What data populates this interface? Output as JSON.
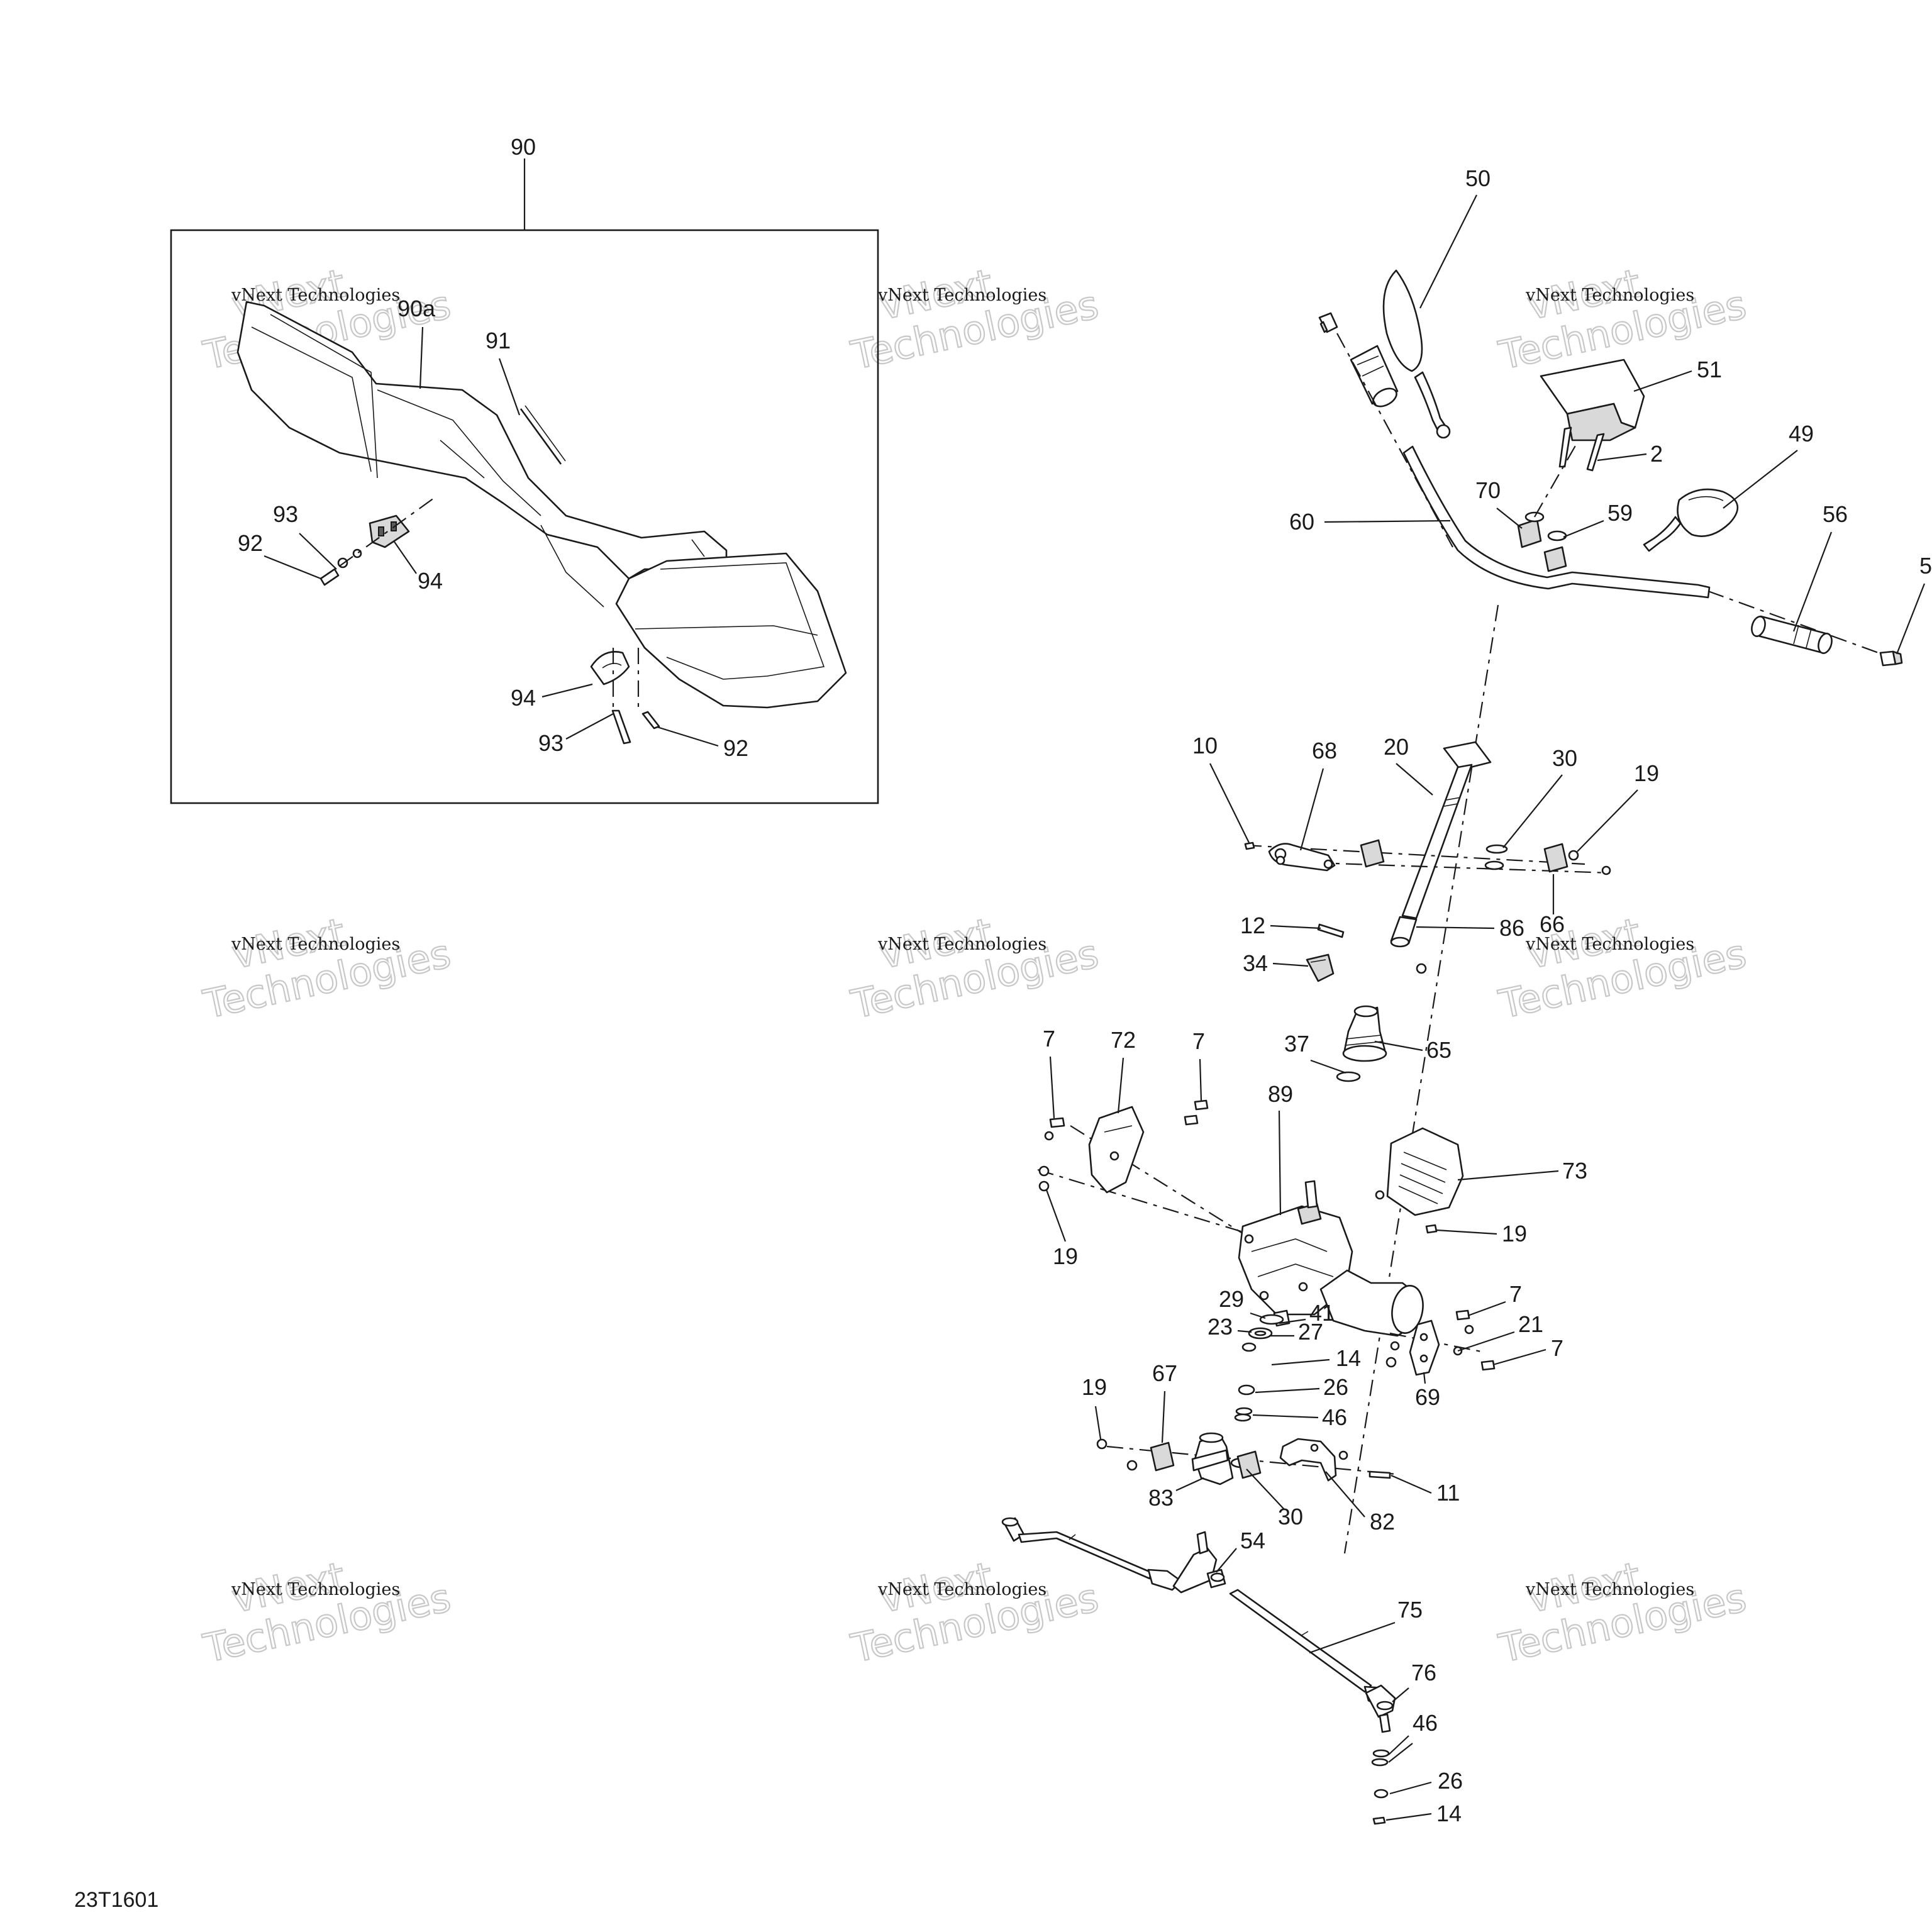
{
  "diagram_code": "23T1601",
  "watermark": {
    "line_small": "vNext Technologies",
    "line_big_a": "vNext",
    "line_big_b": "Technologies"
  },
  "callouts": {
    "c2": "2",
    "c5": "5",
    "c7": "7",
    "c10": "10",
    "c11": "11",
    "c12": "12",
    "c14": "14",
    "c19": "19",
    "c20": "20",
    "c21": "21",
    "c23": "23",
    "c26": "26",
    "c27": "27",
    "c29": "29",
    "c30": "30",
    "c34": "34",
    "c37": "37",
    "c41": "41",
    "c46": "46",
    "c49": "49",
    "c50": "50",
    "c51": "51",
    "c54": "54",
    "c56": "56",
    "c59": "59",
    "c60": "60",
    "c65": "65",
    "c66": "66",
    "c67": "67",
    "c68": "68",
    "c69": "69",
    "c70": "70",
    "c72": "72",
    "c73": "73",
    "c75": "75",
    "c76": "76",
    "c82": "82",
    "c83": "83",
    "c86": "86",
    "c89": "89",
    "c90": "90",
    "c90a": "90a",
    "c91": "91",
    "c92": "92",
    "c93": "93",
    "c94": "94"
  }
}
